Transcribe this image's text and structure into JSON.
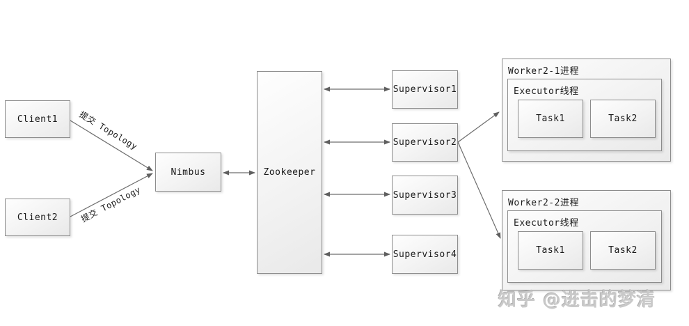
{
  "colors": {
    "box_border": "#8c8c8c",
    "box_fill_top": "#fefefe",
    "box_fill_bottom": "#e9e9e9",
    "edge_line": "#5f5f5f",
    "text": "#1a1a1a",
    "watermark": "#c9c9c9"
  },
  "diagram": {
    "clients": [
      {
        "label": "Client1"
      },
      {
        "label": "Client2"
      }
    ],
    "nimbus": {
      "label": "Nimbus"
    },
    "zookeeper": {
      "label": "Zookeeper"
    },
    "supervisors": [
      {
        "label": "Supervisor1"
      },
      {
        "label": "Supervisor2"
      },
      {
        "label": "Supervisor3"
      },
      {
        "label": "Supervisor4"
      }
    ],
    "edge_labels": {
      "client1_to_nimbus": "提交 Topology",
      "client2_to_nimbus": "提交 Topology"
    },
    "workers": [
      {
        "title": "Worker2-1进程",
        "executor": {
          "title": "Executor线程",
          "tasks": [
            {
              "label": "Task1"
            },
            {
              "label": "Task2"
            }
          ]
        }
      },
      {
        "title": "Worker2-2进程",
        "executor": {
          "title": "Executor线程",
          "tasks": [
            {
              "label": "Task1"
            },
            {
              "label": "Task2"
            }
          ]
        }
      }
    ]
  },
  "watermark": {
    "text": "知乎 @进击的梦清"
  }
}
